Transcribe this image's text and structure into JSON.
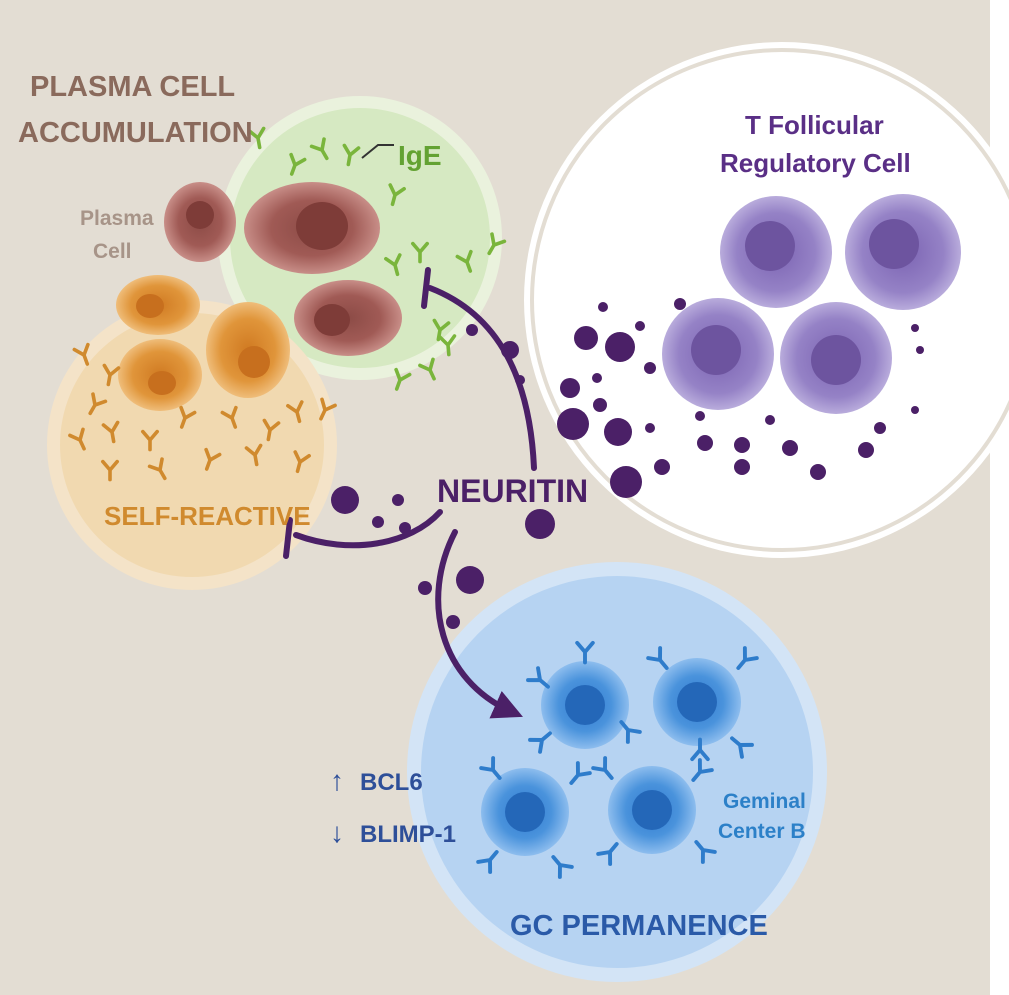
{
  "labels": {
    "plasma_cell_accumulation_1": "PLASMA CELL",
    "plasma_cell_accumulation_2": "ACCUMULATION",
    "plasma_cell_1": "Plasma",
    "plasma_cell_2": "Cell",
    "ige": "IgE",
    "tfr_1": "T Follicular",
    "tfr_2": "Regulatory Cell",
    "self_reactive": "SELF-REACTIVE",
    "neuritin": "NEURITIN",
    "bcl6": "BCL6",
    "blimp1": "BLIMP-1",
    "gc_b_1": "Geminal",
    "gc_b_2": "Center B",
    "gc_permanence": "GC PERMANENCE"
  },
  "arrows": {
    "up": "↑",
    "down": "↓"
  },
  "colors": {
    "background": "#e3ddd3",
    "plasma_title": "#8a6a5c",
    "plasma_cell_label": "#a79488",
    "ige": "#63a232",
    "ige_zone": "#d6e9c2",
    "tfr_text": "#5a2f86",
    "tfr_cell": "#8a73bd",
    "self_reactive": "#d08a2e",
    "self_zone": "#f1d9b0",
    "neuritin": "#4b2067",
    "gc_zone": "#b6d3f2",
    "gc_cell": "#3d86d4",
    "gc_text": "#2c80c8",
    "regulation_text": "#2e4f99",
    "gc_title": "#2a5aa8"
  }
}
